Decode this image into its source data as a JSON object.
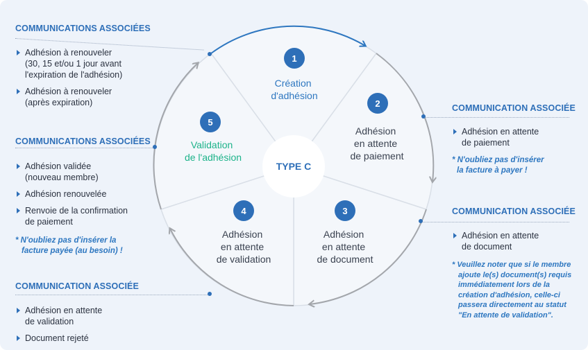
{
  "center": {
    "label": "TYPE C"
  },
  "steps": [
    {
      "number": "1",
      "title_lines": [
        "Création",
        "d'adhésion"
      ]
    },
    {
      "number": "2",
      "title_lines": [
        "Adhésion",
        "en attente",
        "de paiement"
      ]
    },
    {
      "number": "3",
      "title_lines": [
        "Adhésion",
        "en attente",
        "de document"
      ]
    },
    {
      "number": "4",
      "title_lines": [
        "Adhésion",
        "en attente",
        "de validation"
      ]
    },
    {
      "number": "5",
      "title_lines": [
        "Validation",
        "de l'adhésion"
      ]
    }
  ],
  "panels": {
    "top_left": {
      "heading": "COMMUNICATIONS ASSOCIÉES",
      "items": [
        [
          "Adhésion à renouveler",
          "(30, 15 et/ou 1 jour avant",
          "l'expiration de l'adhésion)"
        ],
        [
          "Adhésion à renouveler",
          "(après expiration)"
        ]
      ]
    },
    "middle_left": {
      "heading": "COMMUNICATIONS ASSOCIÉES",
      "items": [
        [
          "Adhésion validée",
          "(nouveau membre)"
        ],
        [
          "Adhésion renouvelée"
        ],
        [
          "Renvoie de la confirmation",
          "de paiement"
        ]
      ],
      "note_lines": [
        "* N'oubliez pas d'insérer la",
        "facture payée (au besoin) !"
      ]
    },
    "bottom_left": {
      "heading": "COMMUNICATION ASSOCIÉE",
      "items": [
        [
          "Adhésion en attente",
          "de validation"
        ],
        [
          "Document rejeté"
        ]
      ]
    },
    "top_right": {
      "heading": "COMMUNICATION ASSOCIÉE",
      "items": [
        [
          "Adhésion en attente",
          "de paiement"
        ]
      ],
      "note_lines": [
        "* N'oubliez pas d'insérer",
        "la facture à payer !"
      ]
    },
    "bottom_right": {
      "heading": "COMMUNICATION ASSOCIÉE",
      "items": [
        [
          "Adhésion en attente",
          "de document"
        ]
      ],
      "note_lines": [
        "* Veuillez noter que si le membre",
        "ajoute le(s) document(s) requis",
        "immédiatement lors de la",
        "création d'adhésion, celle-ci",
        "passera directement au statut",
        "\"En attente de validation\"."
      ]
    }
  },
  "colors": {
    "accent_blue": "#2e6fb8",
    "number_badge": "#2e6fb8",
    "validation_green": "#1db38a",
    "gray_arrow": "#a3a6ab"
  }
}
